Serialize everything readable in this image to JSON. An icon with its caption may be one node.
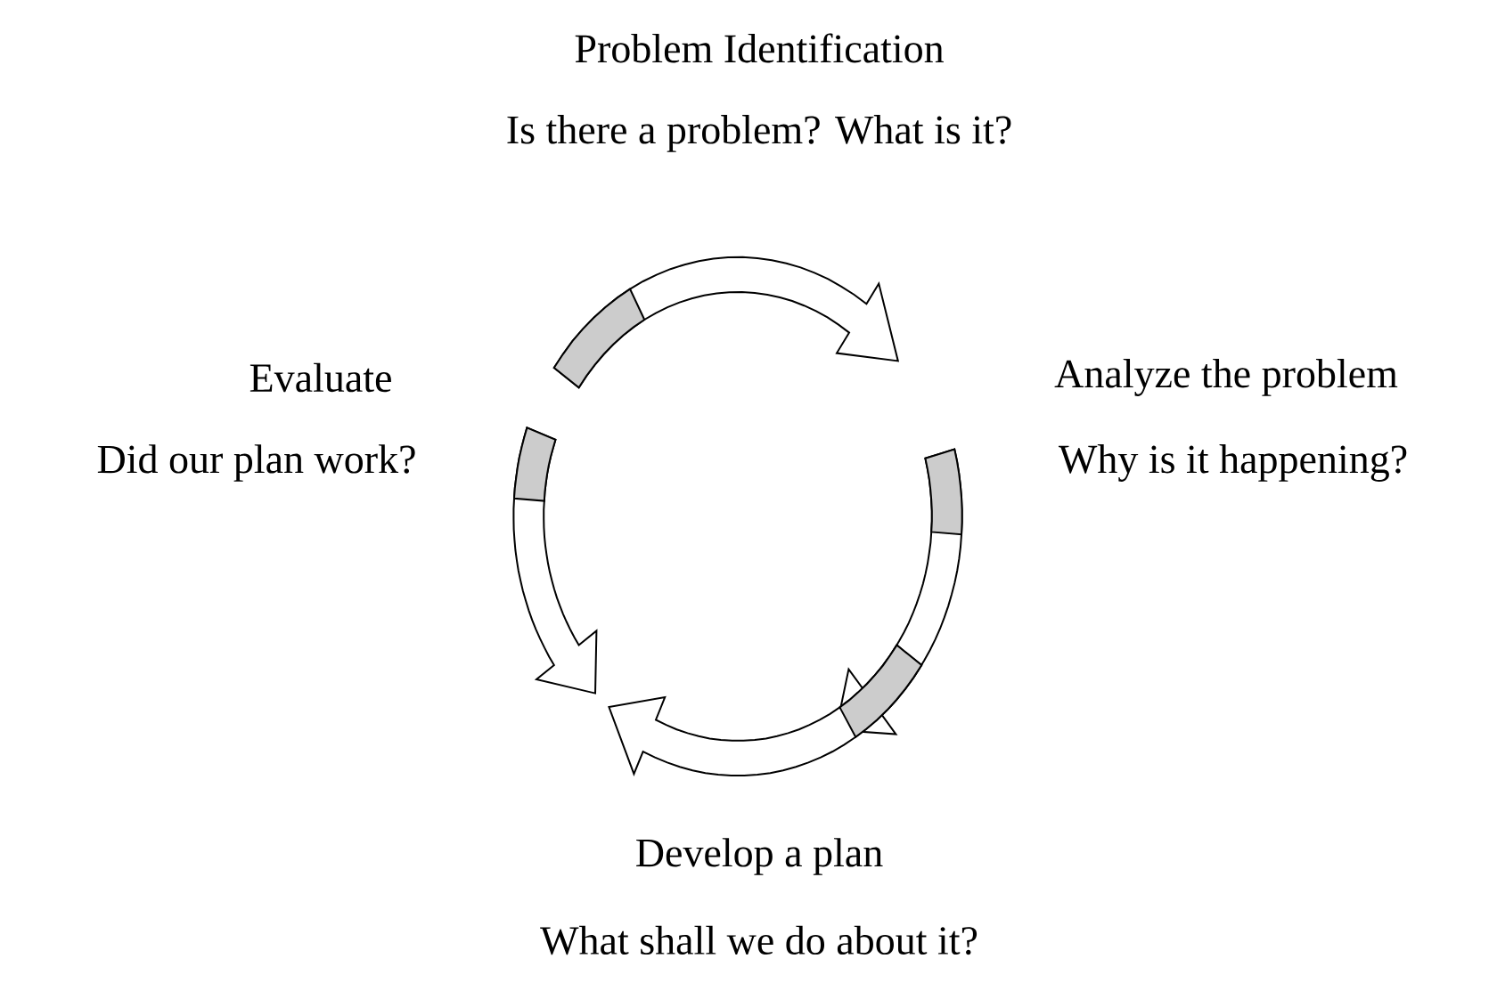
{
  "diagram": {
    "labels": [
      "Problem Identification",
      "Is there a problem? What is it?",
      "Evaluate",
      "Analyze the problem",
      "Did our plan work?",
      "Why is it happening?",
      "Develop a plan",
      "What shall we do about it?"
    ]
  }
}
